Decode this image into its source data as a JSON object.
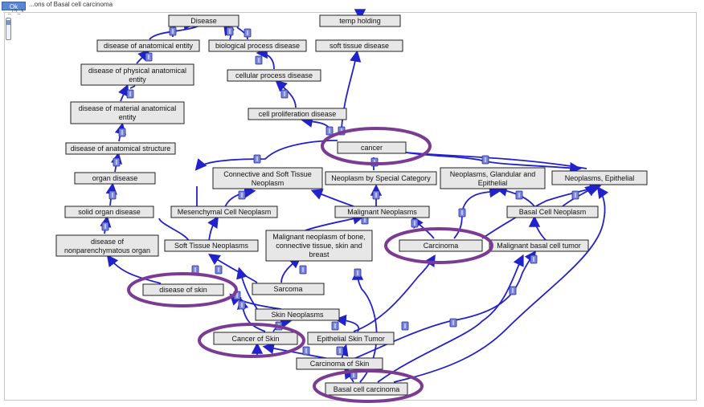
{
  "header": {
    "button_label": "Ok",
    "title": "...ons of Basal cell carcinoma",
    "subtitle": "..._15_3"
  },
  "nodes": {
    "disease": "Disease",
    "disease_anatomical_entity": "disease of anatomical entity",
    "biological_process_disease": "biological process disease",
    "temp_holding": "temp holding",
    "soft_tissue_disease": "soft tissue disease",
    "physical_anatomical_1": "disease of physical anatomical",
    "physical_anatomical_2": "entity",
    "cellular_process_disease": "cellular process disease",
    "material_anatomical_1": "disease of material anatomical",
    "material_anatomical_2": "entity",
    "cell_proliferation_disease": "cell proliferation disease",
    "cancer": "cancer",
    "anatomical_structure": "disease of anatomical structure",
    "organ_disease": "organ disease",
    "connective_soft_tissue_1": "Connective and Soft Tissue",
    "connective_soft_tissue_2": "Neoplasm",
    "neoplasm_special_category": "Neoplasm by Special Category",
    "neoplasms_glandular_1": "Neoplasms, Glandular and",
    "neoplasms_glandular_2": "Epithelial",
    "neoplasms_epithelial": "Neoplasms, Epithelial",
    "solid_organ_disease": "solid organ disease",
    "mesenchymal_cell_neoplasm": "Mesenchymal Cell Neoplasm",
    "malignant_neoplasms": "Malignant Neoplasms",
    "basal_cell_neoplasm": "Basal Cell Neoplasm",
    "nonparenchymatous_1": "disease of",
    "nonparenchymatous_2": "nonparenchymatous organ",
    "soft_tissue_neoplasms": "Soft Tissue Neoplasms",
    "malignant_bone_1": "Malignant neoplasm of bone,",
    "malignant_bone_2": "connective tissue, skin and",
    "malignant_bone_3": "breast",
    "carcinoma": "Carcinoma",
    "malignant_basal_cell_tumor": "Malignant basal cell tumor",
    "disease_of_skin": "disease of skin",
    "sarcoma": "Sarcoma",
    "skin_neoplasms": "Skin Neoplasms",
    "cancer_of_skin": "Cancer of Skin",
    "epithelial_skin_tumor": "Epithelial Skin Tumor",
    "carcinoma_of_skin": "Carcinoma of Skin",
    "basal_cell_carcinoma": "Basal cell carcinoma"
  },
  "colors": {
    "edge": "#2222cc",
    "badge": "#7b86d9",
    "highlight": "#7b3b93",
    "node_fill": "#e7e7e7"
  }
}
